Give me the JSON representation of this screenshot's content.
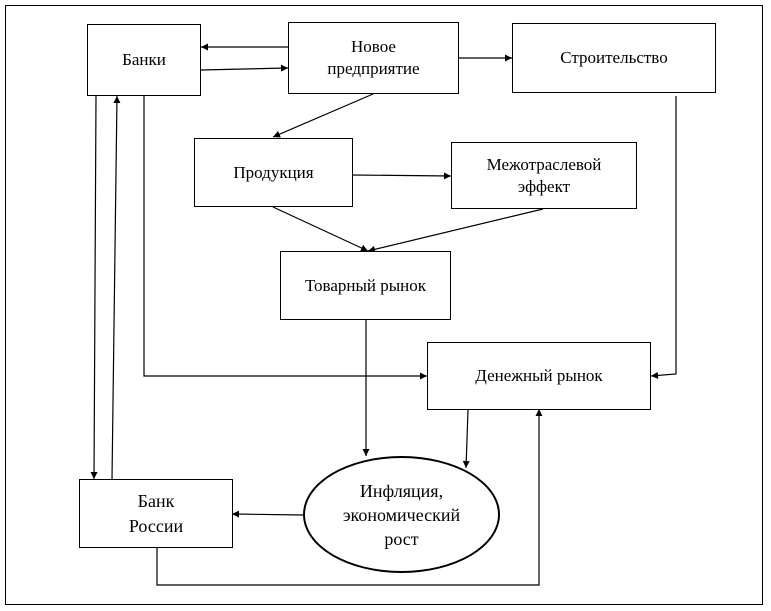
{
  "nodes": {
    "banks": "Банки",
    "new_enterprise": "Новое\nпредприятие",
    "construction": "Строительство",
    "products": "Продукция",
    "intersectoral": "Межотраслевой\nэффект",
    "commodity_market": "Товарный рынок",
    "money_market": "Денежный рынок",
    "inflation": "Инфляция,\nэкономический\nрост",
    "bank_of_russia": "Банк\nРоссии"
  },
  "edges": [
    {
      "from": "new_enterprise",
      "to": "banks"
    },
    {
      "from": "banks",
      "to": "new_enterprise"
    },
    {
      "from": "new_enterprise",
      "to": "construction"
    },
    {
      "from": "new_enterprise",
      "to": "products"
    },
    {
      "from": "products",
      "to": "intersectoral"
    },
    {
      "from": "products",
      "to": "commodity_market"
    },
    {
      "from": "intersectoral",
      "to": "commodity_market"
    },
    {
      "from": "banks",
      "to": "money_market"
    },
    {
      "from": "construction",
      "to": "money_market"
    },
    {
      "from": "commodity_market",
      "to": "inflation"
    },
    {
      "from": "money_market",
      "to": "inflation"
    },
    {
      "from": "inflation",
      "to": "bank_of_russia"
    },
    {
      "from": "bank_of_russia",
      "to": "money_market"
    },
    {
      "from": "banks",
      "to": "bank_of_russia"
    },
    {
      "from": "bank_of_russia",
      "to": "banks"
    }
  ]
}
